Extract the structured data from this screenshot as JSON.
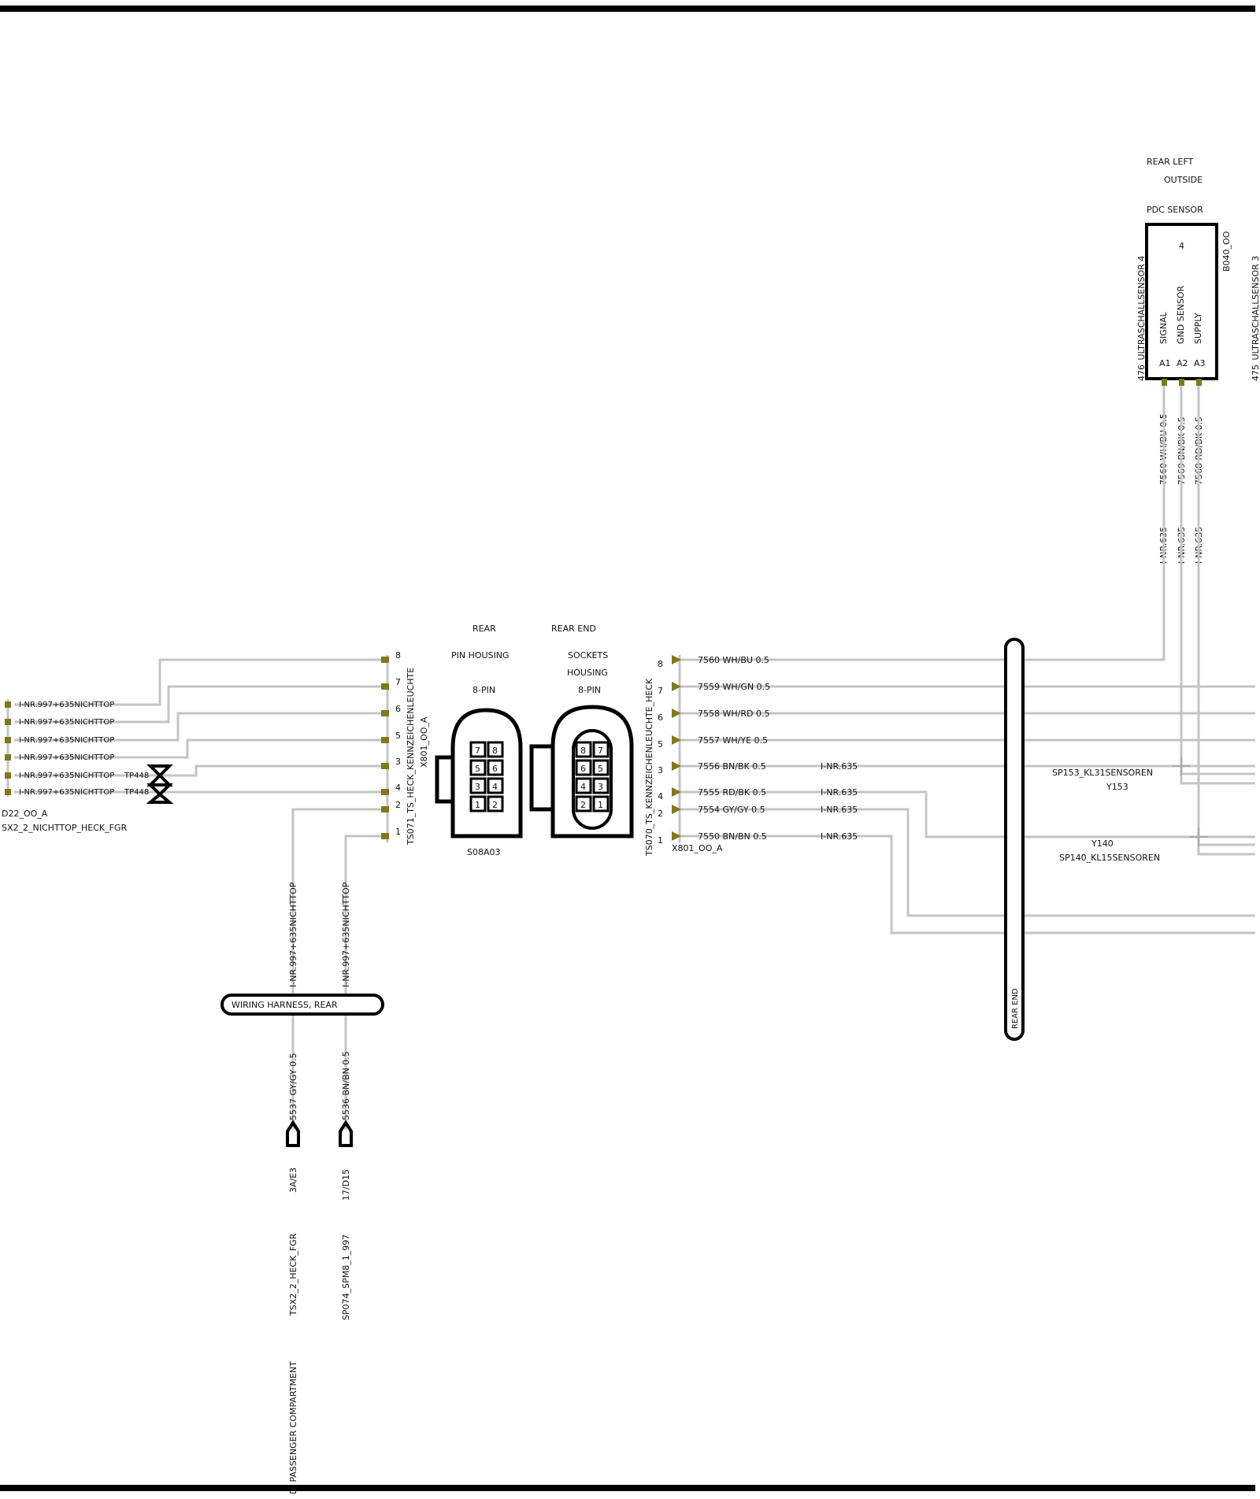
{
  "colors": {
    "wire": "#c4c4c4",
    "pin": "#7d7a19",
    "line": "#000000"
  },
  "sensor": {
    "title1": "REAR LEFT",
    "title2": "OUTSIDE",
    "title3": "PDC SENSOR",
    "number": "4",
    "code": "B040_OO",
    "left_label": "476_ULTRASCHALLSENSOR 4",
    "right_label": "475_ULTRASCHALLSENSOR 3",
    "pins": [
      {
        "name": "SIGNAL",
        "id": "A1",
        "wire": "7560 WH/BU 0.5",
        "inr": "I-NR.635"
      },
      {
        "name": "GND SENSOR",
        "id": "A2",
        "wire": "7569 BN/BK 0.5",
        "inr": "I-NR.635"
      },
      {
        "name": "SUPPLY",
        "id": "A3",
        "wire": "7568 RD/BK 0.5",
        "inr": "I-NR.635"
      }
    ]
  },
  "left_connector": {
    "ref": "TS071_TS_HECK_KENNZEICHENLEUCHTE",
    "ref2": "X801_OO_A",
    "pins": [
      "8",
      "7",
      "6",
      "5",
      "3",
      "4",
      "2",
      "1"
    ]
  },
  "left_lines": {
    "labels": [
      "I-NR.997+635NICHTTOP",
      "I-NR.997+635NICHTTOP",
      "I-NR.997+635NICHTTOP",
      "I-NR.997+635NICHTTOP",
      "I-NR.997+635NICHTTOP",
      "I-NR.997+635NICHTTOP"
    ],
    "tp": [
      "TP448",
      "TP448"
    ],
    "ref1": "D22_OO_A",
    "ref2": "SX2_2_NICHTTOP_HECK_FGR"
  },
  "housing": {
    "pin_title1": "REAR",
    "pin_title2": "PIN HOUSING",
    "pin_title3": "8-PIN",
    "sock_title1": "REAR END",
    "sock_title2": "SOCKETS",
    "sock_title3": "HOUSING",
    "sock_title4": "8-PIN",
    "code": "S08A03",
    "pin_grid": [
      "7",
      "8",
      "5",
      "6",
      "3",
      "4",
      "1",
      "2"
    ],
    "sock_grid": [
      "8",
      "7",
      "6",
      "5",
      "4",
      "3",
      "2",
      "1"
    ]
  },
  "right_connector": {
    "ref": "TS070_TS_KENNZEICHENLEUCHTE_HECK",
    "ref2": "X801_OO_A",
    "pins": [
      {
        "num": "8",
        "wire": "7560 WH/BU 0.5",
        "inr": ""
      },
      {
        "num": "7",
        "wire": "7559 WH/GN 0.5",
        "inr": ""
      },
      {
        "num": "6",
        "wire": "7558 WH/RD 0.5",
        "inr": ""
      },
      {
        "num": "5",
        "wire": "7557 WH/YE 0.5",
        "inr": ""
      },
      {
        "num": "3",
        "wire": "7556 BN/BK 0.5",
        "inr": "I-NR.635"
      },
      {
        "num": "4",
        "wire": "7555 RD/BK 0.5",
        "inr": "I-NR.635"
      },
      {
        "num": "2",
        "wire": "7554 GY/GY 0.5",
        "inr": "I-NR.635"
      },
      {
        "num": "1",
        "wire": "7550 BN/BN 0.5",
        "inr": "I-NR.635"
      }
    ]
  },
  "splices": {
    "sp153": "SP153_KL31SENSOREN",
    "y153": "Y153",
    "y140": "Y140",
    "sp140": "SP140_KL15SENSOREN"
  },
  "rear_end_label": "REAR END",
  "harness_label": "WIRING HARNESS, REAR",
  "bottom_lines": [
    {
      "inr": "I-NR.997+635NICHTTOP",
      "wire": "5537 GY/GY 0.5",
      "ref": "3A/E3",
      "name": "TSX2_2_HECK_FGR",
      "dest": "D, PASSENGER COMPARTMENT"
    },
    {
      "inr": "I-NR.997+635NICHTTOP",
      "wire": "5536 BN/BN 0.5",
      "ref": "17/D15",
      "name": "SP074_SPM8_1_997",
      "dest": ""
    }
  ]
}
